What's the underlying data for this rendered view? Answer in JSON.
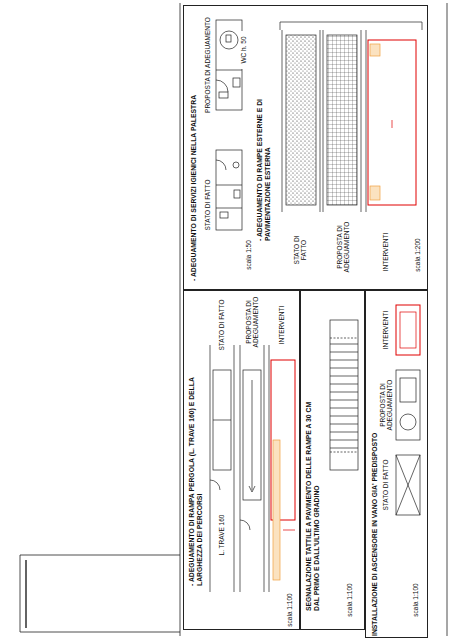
{
  "diagram": {
    "nodes": [
      {
        "text": [
          "- ADEGUAMENTO DI SERVIZI IGIENICI NELLA PALESTRA",
          "- ADEGUAMENTO DI RAMPE ESTERNE E DI PAVIMENTAZIONE ESTERNA"
        ]
      },
      {
        "text": [
          "- ADEGUAMENTO DI RAMPA PERGOLA (L. TRAVE 160) E DELLA LARGHEZZA DEI PERCORSI"
        ]
      },
      {
        "text": [
          "SEGNALAZIONE TATTILE A PAVIMENTO DELLE RAMPE A 30 CM DAL PRIMO E DALL'ULTIMO GRADINO"
        ]
      },
      {
        "text": [
          "INSTALLAZIONE DI ASCENSORE IN VANO GIA' PREDISPOSTO"
        ]
      }
    ],
    "labels": [
      "STATO DI FATTO",
      "PROPOSTA DI ADEGUAMENTO",
      "WC h. 50",
      "scala 1:50",
      "STATO DI FATTO",
      "PROPOSTA DI ADEGUAMENTO",
      "INTERVENTI",
      "scala 1:200",
      "STATO DI FATTO",
      "PROPOSTA DI ADEGUAMENTO",
      "INTERVENTI",
      "L. TRAVE 160",
      "scala 1:100",
      "scala 1:100",
      "STATO DI FATTO",
      "PROPOSTA DI ADEGUAMENTO",
      "INTERVENTI",
      "scala 1:100"
    ]
  }
}
